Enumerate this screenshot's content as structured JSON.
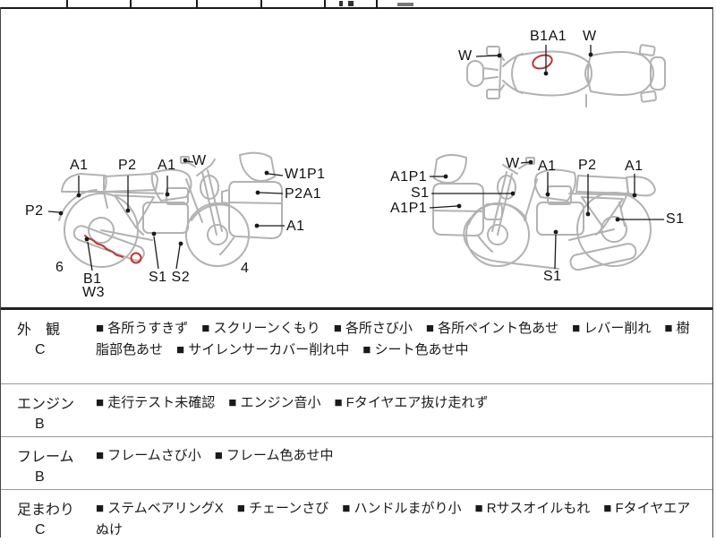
{
  "colors": {
    "sketch": "#b2b2b2",
    "annotation": "#c23333",
    "ink": "#1a1a1a",
    "divider": "#9a9a9a"
  },
  "diagrams": {
    "top_view": {
      "name": "motorcycle-top-view",
      "labels": [
        {
          "text": "W"
        },
        {
          "text": "B1A1"
        },
        {
          "text": "W"
        }
      ]
    },
    "side_left": {
      "name": "motorcycle-left-side-view",
      "labels": [
        {
          "text": "A1"
        },
        {
          "text": "P2"
        },
        {
          "text": "A1"
        },
        {
          "text": "W"
        },
        {
          "text": "P2"
        },
        {
          "text": "W1P1"
        },
        {
          "text": "P2A1"
        },
        {
          "text": "A1"
        },
        {
          "text": "6"
        },
        {
          "text": "B1"
        },
        {
          "text": "W3"
        },
        {
          "text": "S1 S2"
        },
        {
          "text": "4"
        }
      ]
    },
    "side_right": {
      "name": "motorcycle-right-side-view",
      "labels": [
        {
          "text": "A1P1"
        },
        {
          "text": "S1"
        },
        {
          "text": "A1P1"
        },
        {
          "text": "W"
        },
        {
          "text": "A1"
        },
        {
          "text": "P2"
        },
        {
          "text": "A1"
        },
        {
          "text": "S1"
        },
        {
          "text": "S1"
        }
      ]
    }
  },
  "sections": [
    {
      "label": "外　観",
      "grade": "C",
      "notes": [
        "各所うすきず",
        "スクリーンくもり",
        "各所さび小",
        "各所ペイント色あせ",
        "レバー削れ",
        "樹脂部色あせ",
        "サイレンサーカバー削れ中",
        "シート色あせ中"
      ]
    },
    {
      "label": "エンジン",
      "grade": "B",
      "notes": [
        "走行テスト未確認",
        "エンジン音小",
        "Fタイヤエア抜け走れず"
      ]
    },
    {
      "label": "フレーム",
      "grade": "B",
      "notes": [
        "フレームさび小",
        "フレーム色あせ中"
      ]
    },
    {
      "label": "足まわり",
      "grade": "C",
      "notes": [
        "ステムベアリングX",
        "チェーンさび",
        "ハンドルまがり小",
        "Rサスオイルもれ",
        "Fタイヤエアぬけ"
      ]
    }
  ]
}
